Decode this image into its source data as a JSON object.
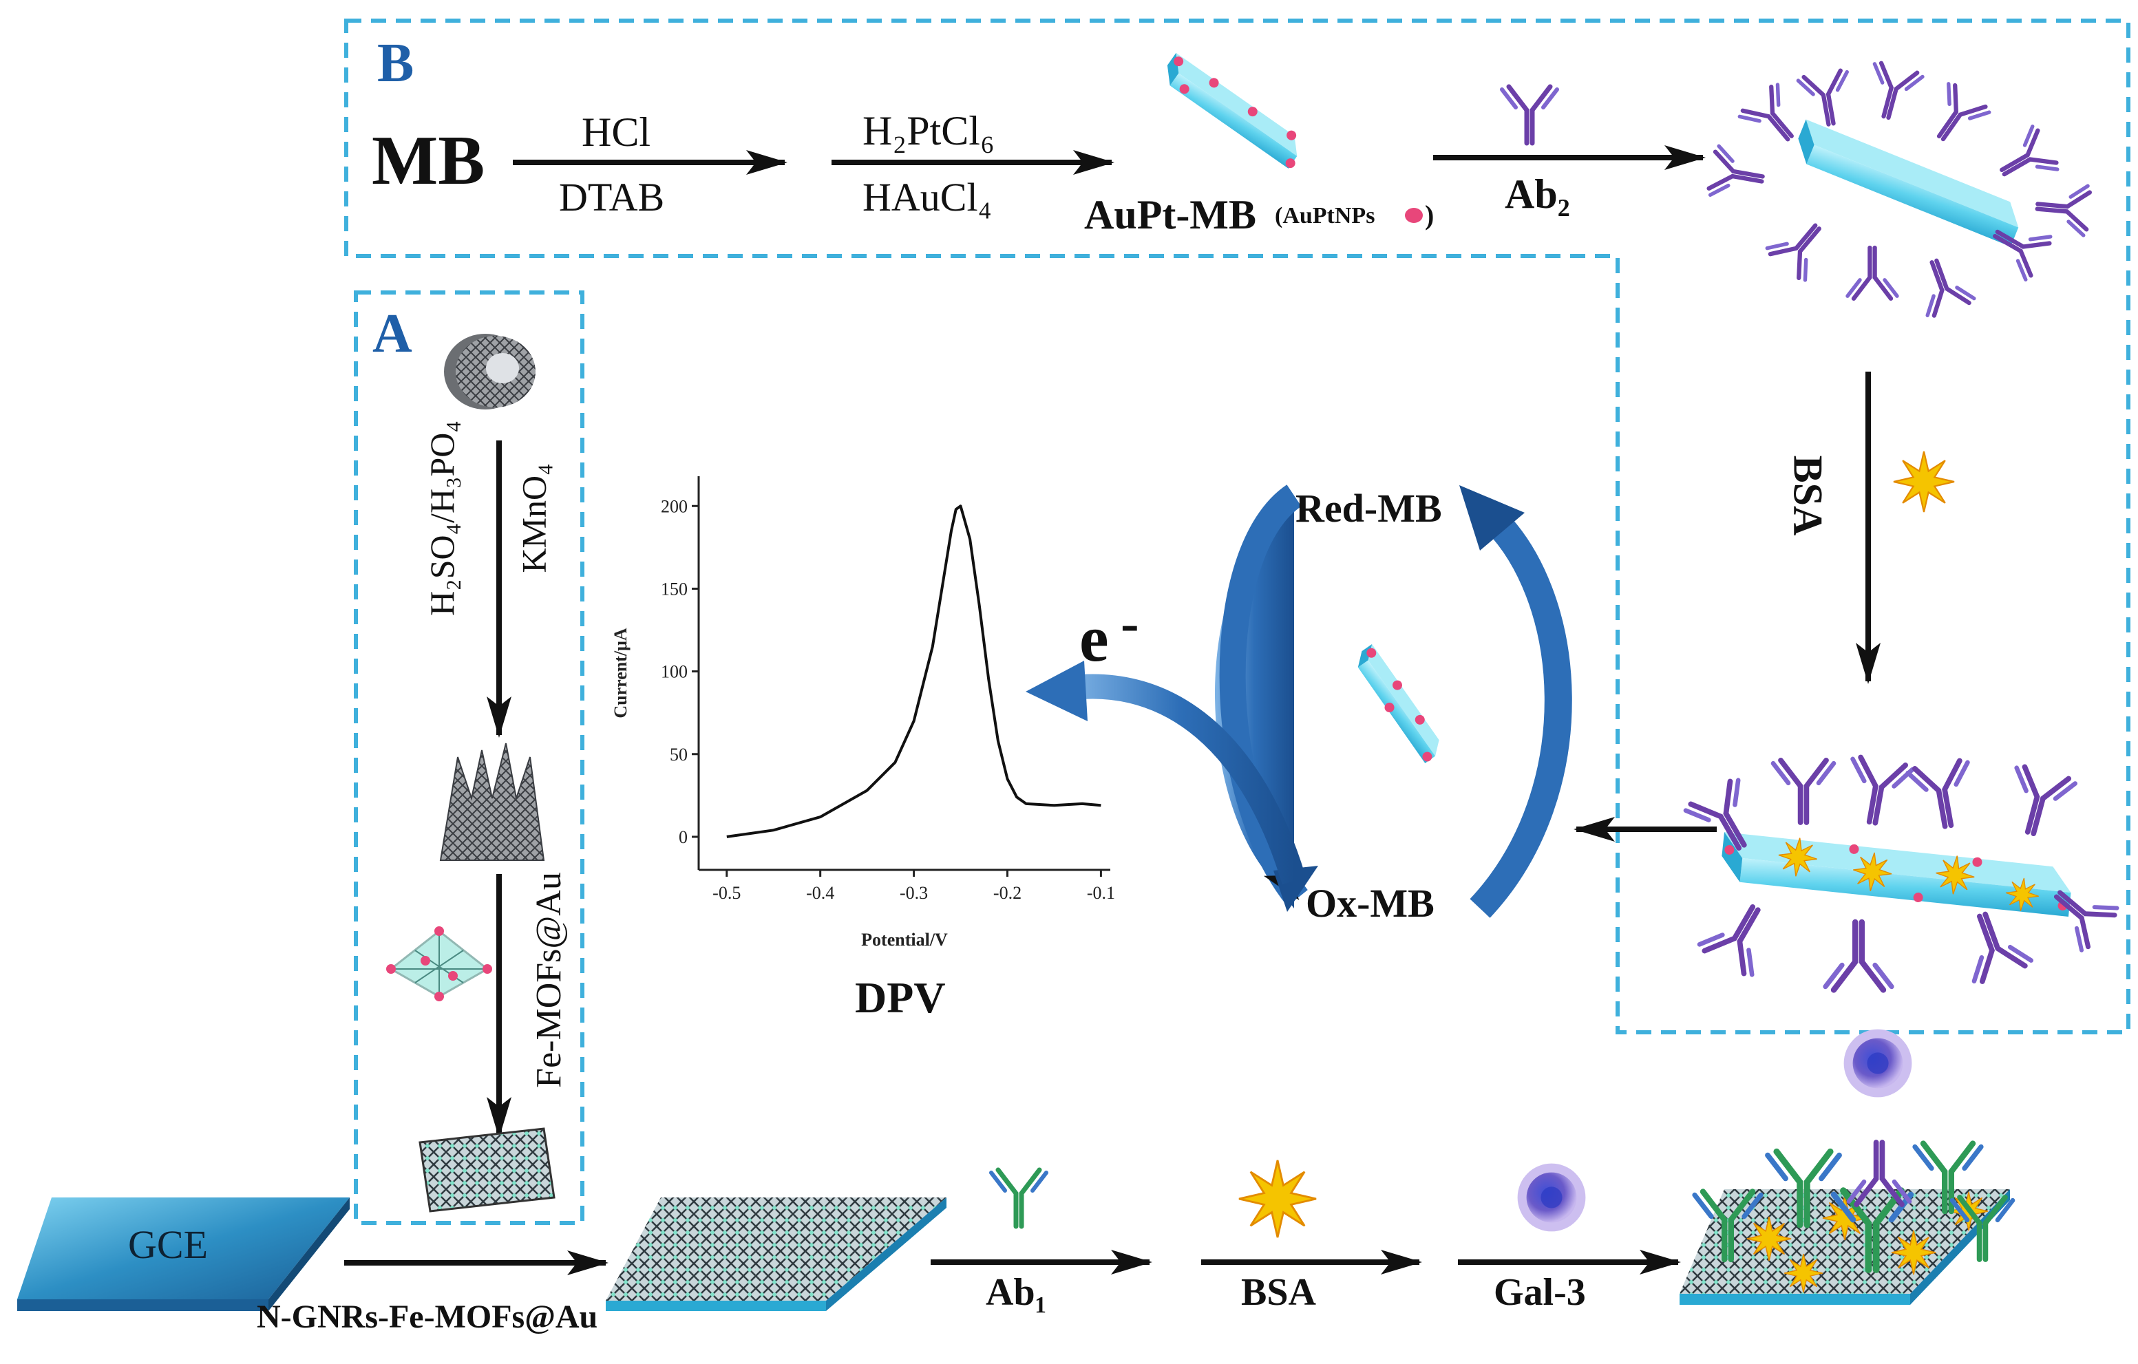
{
  "panels": {
    "a": "A",
    "b": "B"
  },
  "route_b": {
    "start": "MB",
    "step1_top": "HCl",
    "step1_bottom": "DTAB",
    "step2_top": "H₂PtCl₆",
    "step2_bottom": "HAuCl₄",
    "product_label": "AuPt-MB",
    "product_note": "(AuPtNPs",
    "product_note_close": ")",
    "step3_bottom": "Ab₂",
    "step4": "BSA"
  },
  "route_a": {
    "step1_left": "H₂SO₄/H₃PO₄",
    "step1_right": "KMnO₄",
    "step2": "Fe-MOFs@Au"
  },
  "redox": {
    "red": "Red-MB",
    "ox": "Ox-MB",
    "electron": "e",
    "electron_sup": "-"
  },
  "electrode": {
    "gce": "GCE",
    "modifier": "N-GNRs-Fe-MOFs@Au",
    "step_ab1": "Ab₁",
    "step_bsa": "BSA",
    "step_gal3": "Gal-3"
  },
  "chart_data": {
    "type": "line",
    "title": "DPV",
    "xlabel": "Potential/V",
    "ylabel": "Current/μA",
    "xlim": [
      -0.53,
      -0.09
    ],
    "ylim": [
      -20,
      218
    ],
    "xticks": [
      "-0.5",
      "-0.4",
      "-0.3",
      "-0.2",
      "-0.1"
    ],
    "yticks": [
      "0",
      "50",
      "100",
      "150",
      "200"
    ],
    "x": [
      -0.5,
      -0.45,
      -0.4,
      -0.35,
      -0.32,
      -0.3,
      -0.28,
      -0.27,
      -0.26,
      -0.255,
      -0.25,
      -0.24,
      -0.23,
      -0.22,
      -0.21,
      -0.2,
      -0.19,
      -0.18,
      -0.15,
      -0.12,
      -0.1
    ],
    "y": [
      0,
      4,
      12,
      28,
      45,
      70,
      115,
      150,
      185,
      198,
      200,
      180,
      140,
      95,
      58,
      35,
      24,
      20,
      19,
      20,
      19
    ]
  },
  "colors": {
    "dashed_box": "#3fb0dc",
    "panel_label": "#1f5fa8",
    "arrow": "#111111",
    "cycle_arrow": "#2d6eb7",
    "antibody_ab2": "#6b3fa8",
    "antibody_ab1": "#2e9a56",
    "platelet": "#5fd3ee",
    "nanoparticle": "#e8467a",
    "bsa": "#f5c400"
  }
}
